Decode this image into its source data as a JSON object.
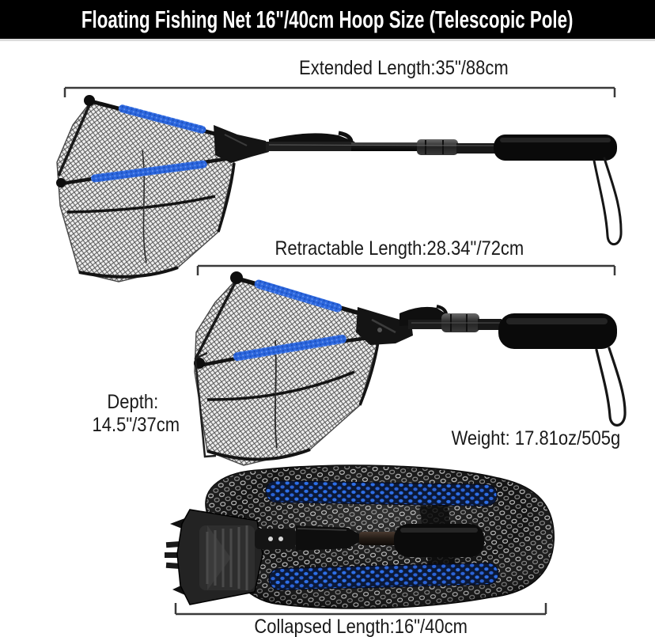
{
  "title_bar": {
    "text": "Floating Fishing Net 16\"/40cm Hoop Size (Telescopic Pole)"
  },
  "labels": {
    "extended_length": "Extended Length:35\"/88cm",
    "retractable_length": "Retractable Length:28.34\"/72cm",
    "depth_line1": "Depth:",
    "depth_line2": "14.5\"/37cm",
    "weight": "Weight: 17.81oz/505g",
    "collapsed_length": "Collapsed Length:16\"/40cm"
  },
  "product": {
    "name": "Floating Fishing Net",
    "hoop_size": "16\"/40cm",
    "pole_type": "Telescopic Pole",
    "extended_length": "35\"/88cm",
    "retractable_length": "28.34\"/72cm",
    "depth": "14.5\"/37cm",
    "weight": "17.81oz/505g",
    "collapsed_length": "16\"/40cm"
  },
  "colors": {
    "title_bg": "#000000",
    "title_text": "#ffffff",
    "label_text": "#1a1a1a",
    "measure_line": "#3a3a3a",
    "net_blue": "#2b66dd",
    "net_black": "#121212",
    "background": "#ffffff"
  }
}
